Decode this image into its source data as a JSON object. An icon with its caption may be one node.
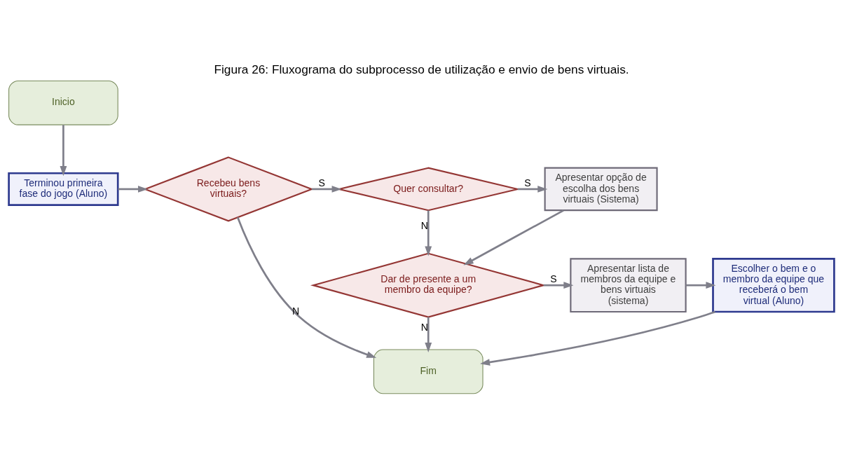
{
  "diagram": {
    "title": "Figura 26: Fluxograma do subprocesso de utilização e envio de bens virtuais.",
    "nodes": [
      {
        "text": [
          "Inicio"
        ]
      },
      {
        "text": [
          "Terminou primeira fase do jogo (Aluno)"
        ]
      },
      {
        "text": [
          "Recebeu bens virtuais?"
        ]
      },
      {
        "text": [
          "Quer consultar?"
        ]
      },
      {
        "text": [
          "Apresentar opção de escolha dos bens virtuais (Sistema)"
        ]
      },
      {
        "text": [
          "Dar de presente a um membro da equipe?"
        ]
      },
      {
        "text": [
          "Apresentar lista de membros da equipe e bens virtuais (sistema)"
        ]
      },
      {
        "text": [
          "Escolher o bem e o membro da equipe que receberá o bem virtual (Aluno)"
        ]
      },
      {
        "text": [
          "Fim"
        ]
      }
    ],
    "edges": [
      {
        "from": 0,
        "to": 1,
        "arrow": "to"
      },
      {
        "from": 1,
        "to": 2,
        "arrow": "to"
      },
      {
        "from": 2,
        "to": 3,
        "label": "S",
        "arrow": "to"
      },
      {
        "from": 3,
        "to": 4,
        "label": "S",
        "arrow": "to"
      },
      {
        "from": 3,
        "to": 5,
        "label": "N",
        "arrow": "to"
      },
      {
        "from": 4,
        "to": 5,
        "arrow": "to"
      },
      {
        "from": 5,
        "to": 6,
        "label": "S",
        "arrow": "to"
      },
      {
        "from": 6,
        "to": 7,
        "arrow": "to"
      },
      {
        "from": 2,
        "to": 8,
        "label": "N",
        "arrow": "to"
      },
      {
        "from": 5,
        "to": 8,
        "label": "N",
        "arrow": "to"
      },
      {
        "from": 7,
        "to": 8,
        "arrow": "to"
      }
    ]
  }
}
